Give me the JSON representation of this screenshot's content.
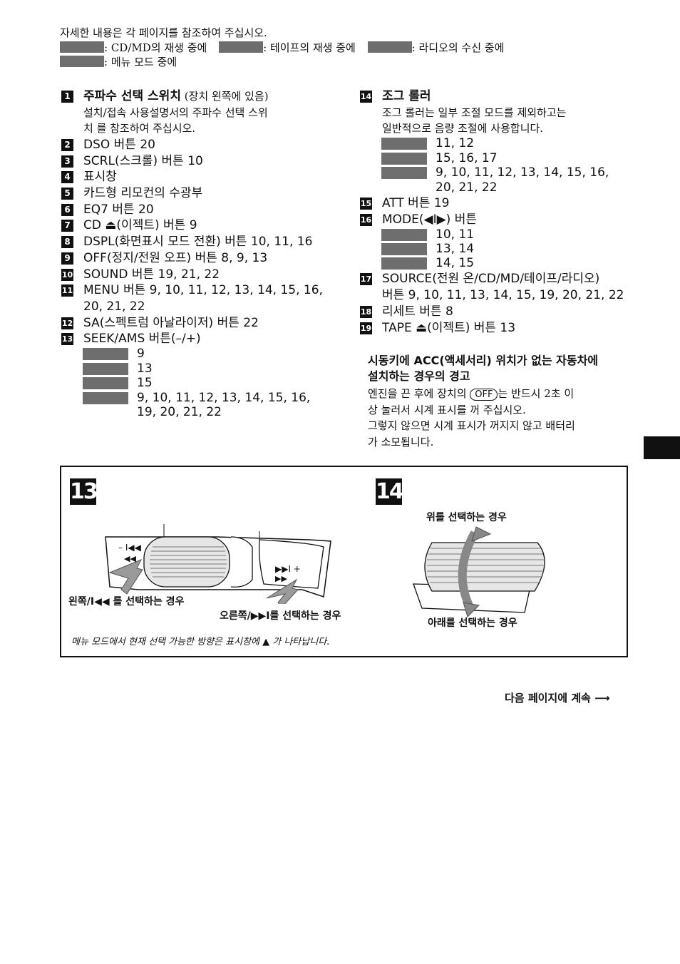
{
  "intro": {
    "line1": "자세한 내용은 각 페이지를 참조하여 주십시오.",
    "legend_cd": ": CD/MD의 재생 중에",
    "legend_tape": ": 테이프의 재생 중에",
    "legend_radio": ": 라디오의 수신 중에",
    "legend_menu": ": 메뉴 모드 중에"
  },
  "left_items": [
    {
      "n": "1",
      "title": "주파수 선택 스위치",
      "suffix": " (장치 왼쪽에 있음)",
      "desc1": "설치/접속 사용설명서의  주파수 선택 스위",
      "desc2": "치 를 참조하여 주십시오."
    },
    {
      "n": "2",
      "label": "DSO 버튼 20"
    },
    {
      "n": "3",
      "label": "SCRL(스크롤) 버튼 10"
    },
    {
      "n": "4",
      "label": "표시창"
    },
    {
      "n": "5",
      "label": "카드형 리모컨의 수광부"
    },
    {
      "n": "6",
      "label": "EQ7 버튼 20"
    },
    {
      "n": "7",
      "label": "CD ⏏(이젝트) 버튼 9"
    },
    {
      "n": "8",
      "label": "DSPL(화면표시 모드 전환) 버튼 10, 11, 16"
    },
    {
      "n": "9",
      "label": "OFF(정지/전원 오프) 버튼  8, 9, 13"
    },
    {
      "n": "10",
      "label": "SOUND 버튼 19, 21, 22"
    },
    {
      "n": "11",
      "label": "MENU 버튼 9, 10, 11, 12, 13, 14, 15, 16,",
      "label2": "20, 21, 22"
    },
    {
      "n": "12",
      "label": "SA(스펙트럼 아날라이저) 버튼 22"
    },
    {
      "n": "13",
      "label": "SEEK/AMS 버튼(–/+)"
    }
  ],
  "seek_refs": [
    "9",
    "13",
    "15",
    "9, 10, 11, 12, 13, 14, 15, 16,",
    "19, 20, 21, 22"
  ],
  "right_items": {
    "jog": {
      "n": "14",
      "title": "조그 롤러",
      "desc1": "조그 롤러는 일부 조절 모드를 제외하고는",
      "desc2": "일반적으로 음량 조절에 사용합니다."
    },
    "jog_refs": [
      "11, 12",
      "15, 16, 17",
      "9, 10, 11, 12, 13, 14, 15, 16,",
      "20, 21, 22"
    ],
    "att": {
      "n": "15",
      "label": "ATT 버튼 19"
    },
    "mode": {
      "n": "16",
      "label": "MODE(◀I▶) 버튼"
    },
    "mode_refs": [
      "10, 11",
      "13, 14",
      "14, 15"
    ],
    "source": {
      "n": "17",
      "label": "SOURCE(전원 온/CD/MD/테이프/라디오)",
      "label2": "버튼 9, 10, 11, 13, 14, 15, 19, 20, 21, 22"
    },
    "reset": {
      "n": "18",
      "label": "리세트 버튼 8"
    },
    "tape": {
      "n": "19",
      "label": "TAPE ⏏(이젝트) 버튼 13"
    }
  },
  "warning": {
    "title1": "시동키에 ACC(액세서리) 위치가 없는 자동차에",
    "title2": "설치하는 경우의 경고",
    "body1a": "엔진을 끈 후에 장치의 ",
    "off": "OFF",
    "body1b": "는 반드시 2초 이",
    "body2": "상 눌러서 시계 표시를 꺼 주십시오.",
    "body3": "그렇지 않으면 시계 표시가 꺼지지 않고 배터리",
    "body4": "가 소모됩니다."
  },
  "figure": {
    "num_left": "13",
    "num_right": "14",
    "cap_left": "왼쪽/I◀◀ 를 선택하는 경우",
    "cap_right_seek": "오른쪽/▶▶I를 선택하는 경우",
    "cap_up": "위를 선택하는 경우",
    "cap_down": "아래를 선택하는 경우",
    "btn_minus": "–  I◀◀",
    "btn_minus2": "◀◀",
    "btn_plus": "▶▶I  +",
    "btn_plus2": "▶▶",
    "note": "메뉴 모드에서 현재 선택 가능한 방향은 표시창에  ▲  가 나타납니다."
  },
  "footer": {
    "continue": "다음 페이지에 계속 ⟶"
  }
}
